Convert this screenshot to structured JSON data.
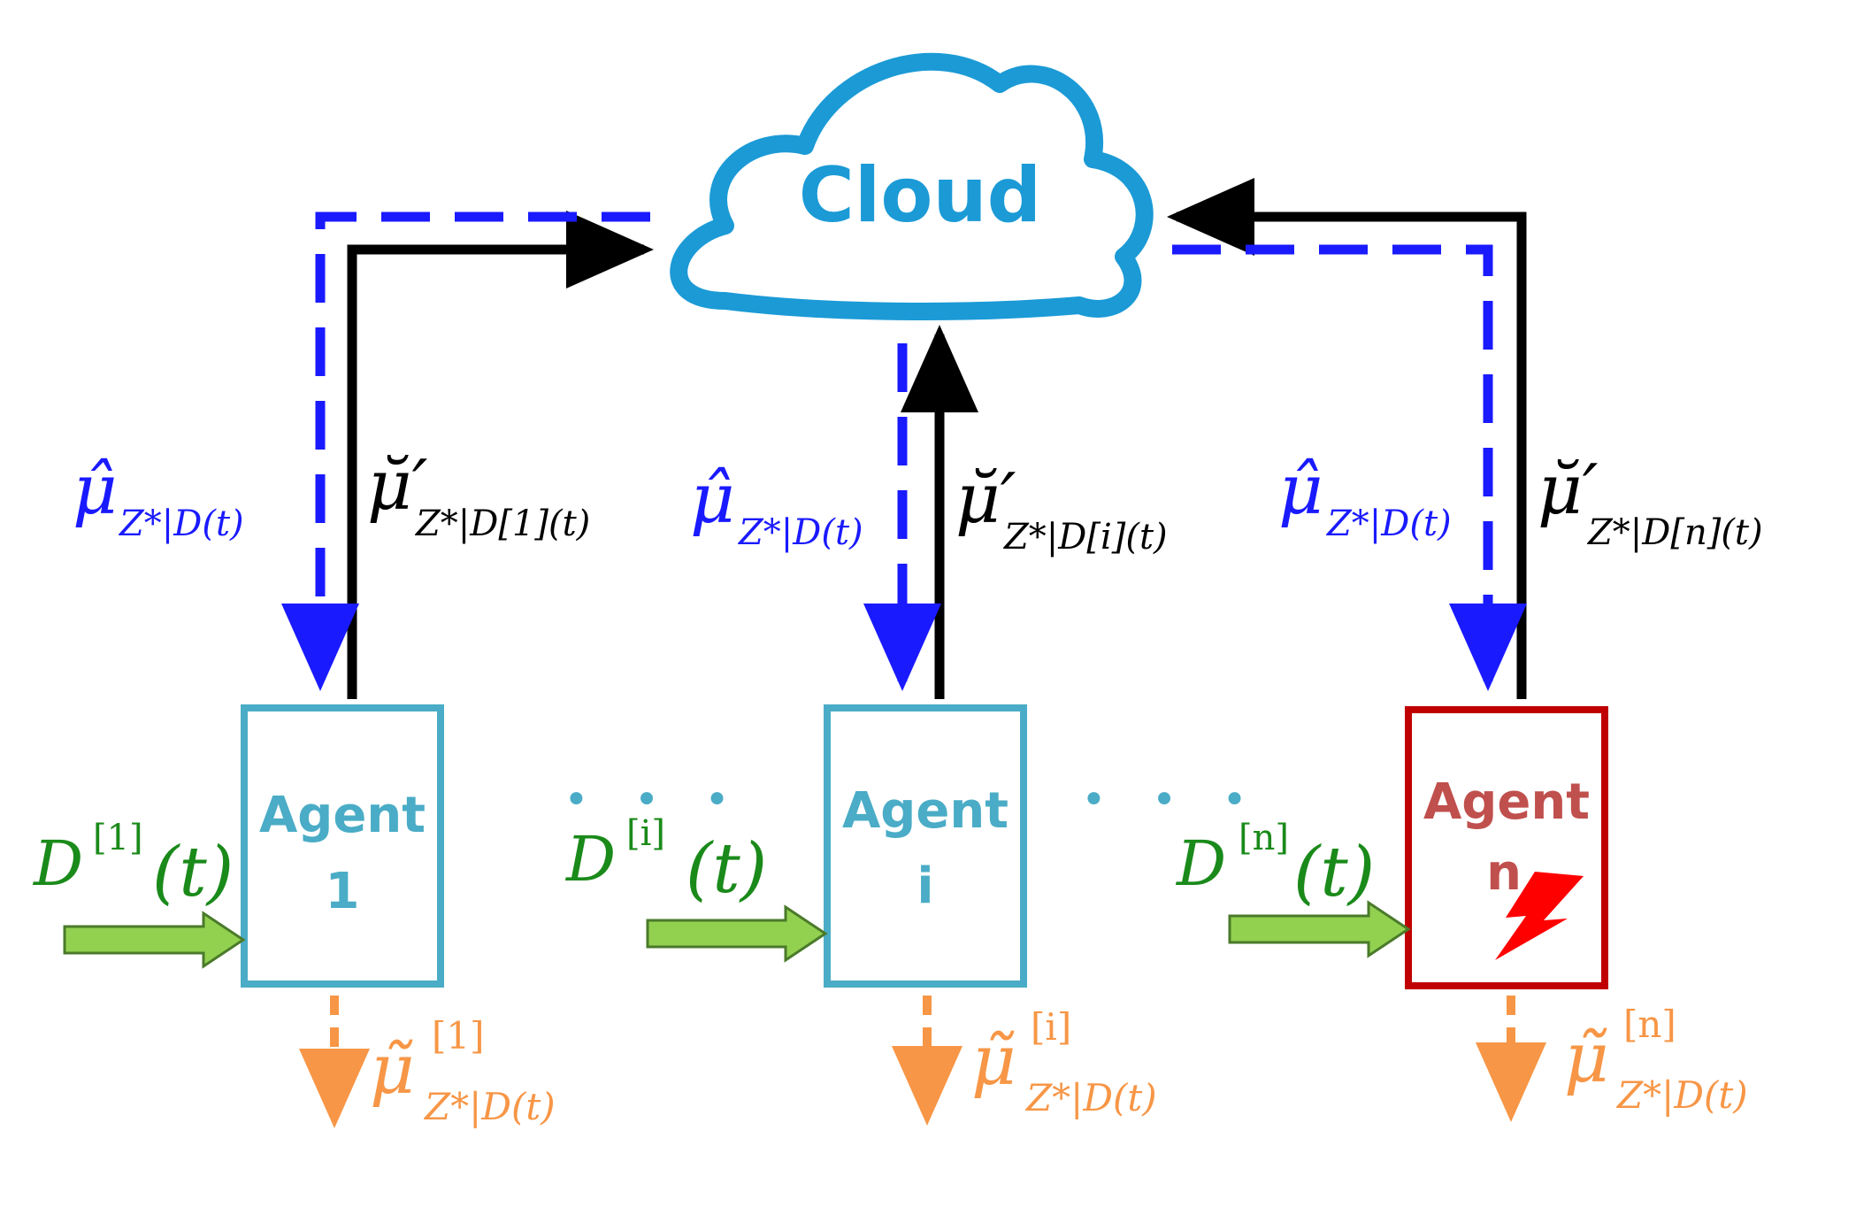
{
  "cloud": {
    "label": "Cloud"
  },
  "agents": [
    {
      "name": "Agent",
      "index": "1",
      "status": "normal"
    },
    {
      "name": "Agent",
      "index": "i",
      "status": "normal"
    },
    {
      "name": "Agent",
      "index": "n",
      "status": "faulty"
    }
  ],
  "ellipsis": "• • •",
  "labels": {
    "global_mean": {
      "symbol": "μ̂",
      "sub_agent1": "Z*|D(t)",
      "sub_agent_i": "Z*|D(t)",
      "sub_agent_n": "Z*|D(t)"
    },
    "uploads": [
      {
        "symbol": "μ̆′",
        "sub": "Z*|D[1](t)"
      },
      {
        "symbol": "μ̆′",
        "sub": "Z*|D[i](t)"
      },
      {
        "symbol": "μ̆′",
        "sub": "Z*|D[n](t)"
      }
    ],
    "local_data": [
      {
        "symbol": "D",
        "sup": "[1]",
        "arg": "(t)"
      },
      {
        "symbol": "D",
        "sup": "[i]",
        "arg": "(t)"
      },
      {
        "symbol": "D",
        "sup": "[n]",
        "arg": "(t)"
      }
    ],
    "local_outputs": [
      {
        "symbol": "μ̃",
        "sup": "[1]",
        "sub": "Z*|D(t)"
      },
      {
        "symbol": "μ̃",
        "sup": "[i]",
        "sub": "Z*|D(t)"
      },
      {
        "symbol": "μ̃",
        "sup": "[n]",
        "sub": "Z*|D(t)"
      }
    ]
  },
  "colors": {
    "cloud": "#1b9ad6",
    "agent_box": "#4aacc6",
    "agent_faulty": "#c00000",
    "agent_faulty_text": "#c0504d",
    "broadcast": "#1a1aff",
    "upload": "#000000",
    "data": "#1a8a1a",
    "data_arrow": "#92d050",
    "output": "#f79646",
    "fault_bolt": "#ff0000"
  }
}
